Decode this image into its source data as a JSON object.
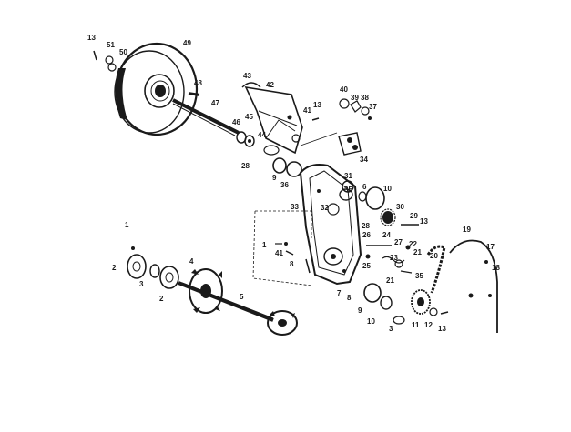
{
  "diagram": {
    "colors": {
      "ink": "#1a1a1a",
      "background": "#ffffff"
    },
    "callouts": [
      {
        "id": "c13a",
        "label": "13"
      },
      {
        "id": "c51",
        "label": "51"
      },
      {
        "id": "c50",
        "label": "50"
      },
      {
        "id": "c49",
        "label": "49"
      },
      {
        "id": "c48",
        "label": "48"
      },
      {
        "id": "c47",
        "label": "47"
      },
      {
        "id": "c43",
        "label": "43"
      },
      {
        "id": "c42",
        "label": "42"
      },
      {
        "id": "c46",
        "label": "46"
      },
      {
        "id": "c45",
        "label": "45"
      },
      {
        "id": "c44",
        "label": "44"
      },
      {
        "id": "c41a",
        "label": "41"
      },
      {
        "id": "c13b",
        "label": "13"
      },
      {
        "id": "c40",
        "label": "40"
      },
      {
        "id": "c39",
        "label": "39"
      },
      {
        "id": "c38",
        "label": "38"
      },
      {
        "id": "c37",
        "label": "37"
      },
      {
        "id": "c34",
        "label": "34"
      },
      {
        "id": "c28a",
        "label": "28"
      },
      {
        "id": "c9a",
        "label": "9"
      },
      {
        "id": "c36",
        "label": "36"
      },
      {
        "id": "c31",
        "label": "31"
      },
      {
        "id": "c35a",
        "label": "35"
      },
      {
        "id": "c6",
        "label": "6"
      },
      {
        "id": "c10",
        "label": "10"
      },
      {
        "id": "c32",
        "label": "32"
      },
      {
        "id": "c33",
        "label": "33"
      },
      {
        "id": "c28b",
        "label": "28"
      },
      {
        "id": "c30",
        "label": "30"
      },
      {
        "id": "c29",
        "label": "29"
      },
      {
        "id": "c13c",
        "label": "13"
      },
      {
        "id": "c1a",
        "label": "1"
      },
      {
        "id": "c2a",
        "label": "2"
      },
      {
        "id": "c3a",
        "label": "3"
      },
      {
        "id": "c4",
        "label": "4"
      },
      {
        "id": "c2b",
        "label": "2"
      },
      {
        "id": "c5",
        "label": "5"
      },
      {
        "id": "c1b",
        "label": "1"
      },
      {
        "id": "c41b",
        "label": "41"
      },
      {
        "id": "c8",
        "label": "8"
      },
      {
        "id": "c26",
        "label": "26"
      },
      {
        "id": "c24",
        "label": "24"
      },
      {
        "id": "c22",
        "label": "22"
      },
      {
        "id": "c27",
        "label": "27"
      },
      {
        "id": "c21a",
        "label": "21"
      },
      {
        "id": "c25",
        "label": "25"
      },
      {
        "id": "c23",
        "label": "23"
      },
      {
        "id": "c21b",
        "label": "21"
      },
      {
        "id": "c35b",
        "label": "35"
      },
      {
        "id": "c20",
        "label": "20"
      },
      {
        "id": "c19",
        "label": "19"
      },
      {
        "id": "c17",
        "label": "17"
      },
      {
        "id": "c18",
        "label": "18"
      },
      {
        "id": "c7",
        "label": "7"
      },
      {
        "id": "c9b",
        "label": "9"
      },
      {
        "id": "c8b",
        "label": "8"
      },
      {
        "id": "c10b",
        "label": "10"
      },
      {
        "id": "c3b",
        "label": "3"
      },
      {
        "id": "c11",
        "label": "11"
      },
      {
        "id": "c12",
        "label": "12"
      },
      {
        "id": "c13d",
        "label": "13"
      }
    ]
  }
}
